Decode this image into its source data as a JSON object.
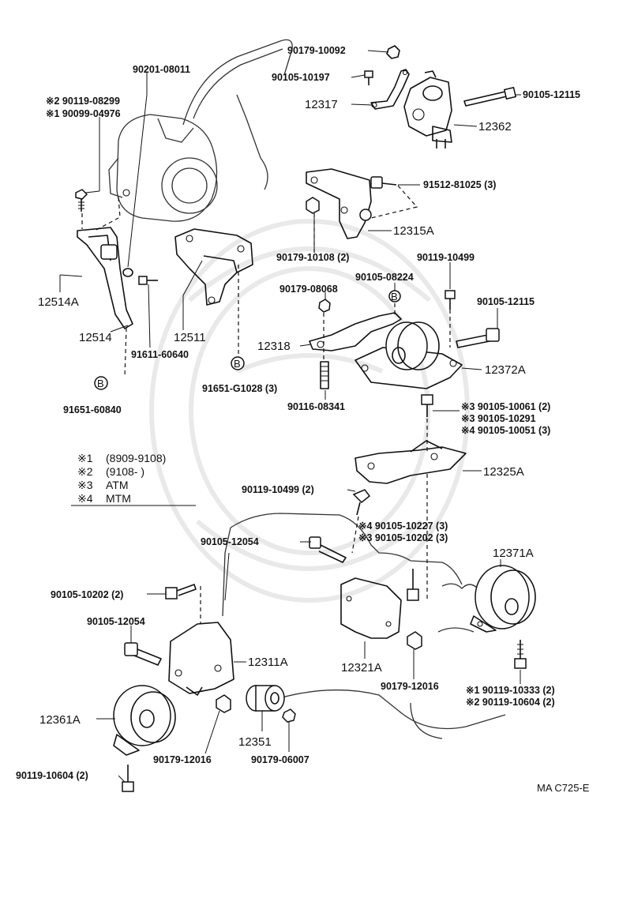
{
  "diagram_code": "MA C725-E",
  "legend": [
    {
      "mark": "※1",
      "text": "(8909-9108)"
    },
    {
      "mark": "※2",
      "text": "(9108-        )"
    },
    {
      "mark": "※3",
      "text": "ATM"
    },
    {
      "mark": "※4",
      "text": "MTM"
    }
  ],
  "parts": {
    "p90179_10092": "90179-10092",
    "p90105_10197": "90105-10197",
    "p12317": "12317",
    "p90105_12115_top": "90105-12115",
    "p12362": "12362",
    "p90201_08011": "90201-08011",
    "p90119_08299": "※2 90119-08299",
    "p90099_04976": "※1  90099-04976",
    "p91512_81025": "91512-81025 (3)",
    "p12315A": "12315A",
    "p90179_10108": "90179-10108 (2)",
    "p90119_10499_top": "90119-10499",
    "p90105_08224": "90105-08224",
    "p90179_08068": "90179-08068",
    "p90105_12115_mid": "90105-12115",
    "p12514A": "12514A",
    "p12514": "12514",
    "p12511": "12511",
    "p91611_60640": "91611-60640",
    "p12318": "12318",
    "p12372A": "12372A",
    "p91651_G1028": "91651-G1028 (3)",
    "p90116_08341": "90116-08341",
    "p91651_60840": "91651-60840",
    "p90105_10061": "※3 90105-10061  (2)",
    "p90105_10291": "※3 90105-10291",
    "p90105_10051": "※4 90105-10051  (3)",
    "p12325A": "12325A",
    "p90119_10499_mid": "90119-10499 (2)",
    "p90105_10227": "※4 90105-10227 (3)",
    "p90105_10202_right": "※3 90105-10202 (3)",
    "p90105_12054_top": "90105-12054",
    "p12371A": "12371A",
    "p90105_10202_left": "90105-10202 (2)",
    "p90105_12054_left": "90105-12054",
    "p12311A": "12311A",
    "p12321A": "12321A",
    "p90179_12016_right": "90179-12016",
    "p90119_10333": "※1 90119-10333 (2)",
    "p90119_10604_right": "※2 90119-10604 (2)",
    "p12361A": "12361A",
    "p12351": "12351",
    "p90179_12016_left": "90179-12016",
    "p90179_06007": "90179-06007",
    "p90119_10604_left": "90119-10604 (2)"
  }
}
